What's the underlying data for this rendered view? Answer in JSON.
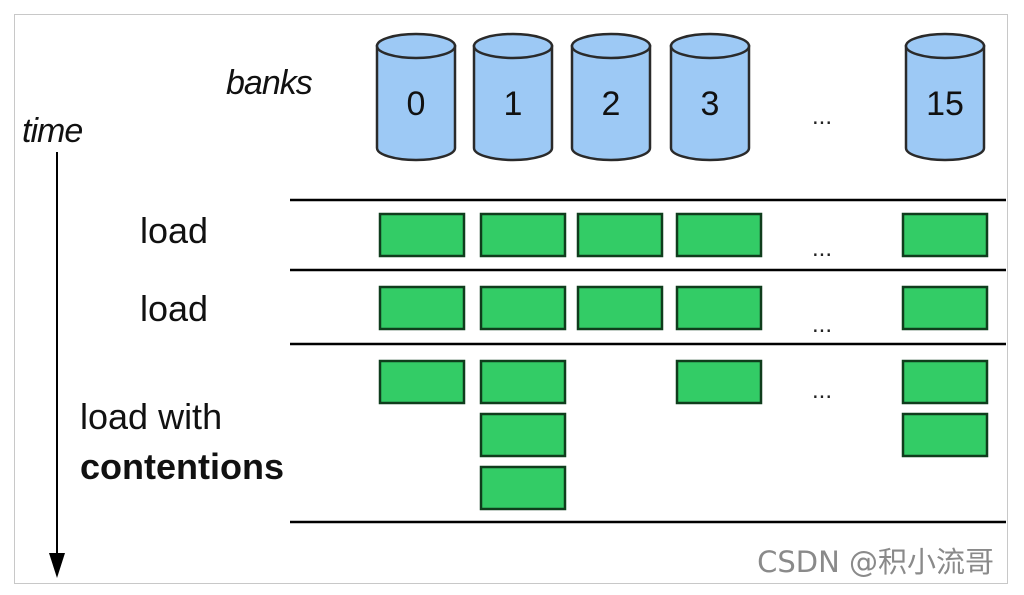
{
  "labels": {
    "time": "time",
    "banks": "banks",
    "load_1": "load",
    "load_2": "load",
    "load_3": "load with",
    "contentions": "contentions",
    "watermark": "CSDN @积小流哥"
  },
  "banks": [
    "0",
    "1",
    "2",
    "3",
    "15"
  ],
  "ellipsis": "...",
  "colors": {
    "cylinder_fill": "#9dc9f5",
    "cylinder_stroke": "#2a2a2a",
    "block_fill": "#33cc66",
    "block_stroke": "#0f3d1c",
    "line": "#000000"
  },
  "rows": [
    {
      "label_key": "load_1",
      "counts": [
        1,
        1,
        1,
        1,
        1
      ]
    },
    {
      "label_key": "load_2",
      "counts": [
        1,
        1,
        1,
        1,
        1
      ]
    },
    {
      "label_key": "load_3",
      "counts": [
        1,
        3,
        0,
        1,
        2
      ]
    }
  ]
}
